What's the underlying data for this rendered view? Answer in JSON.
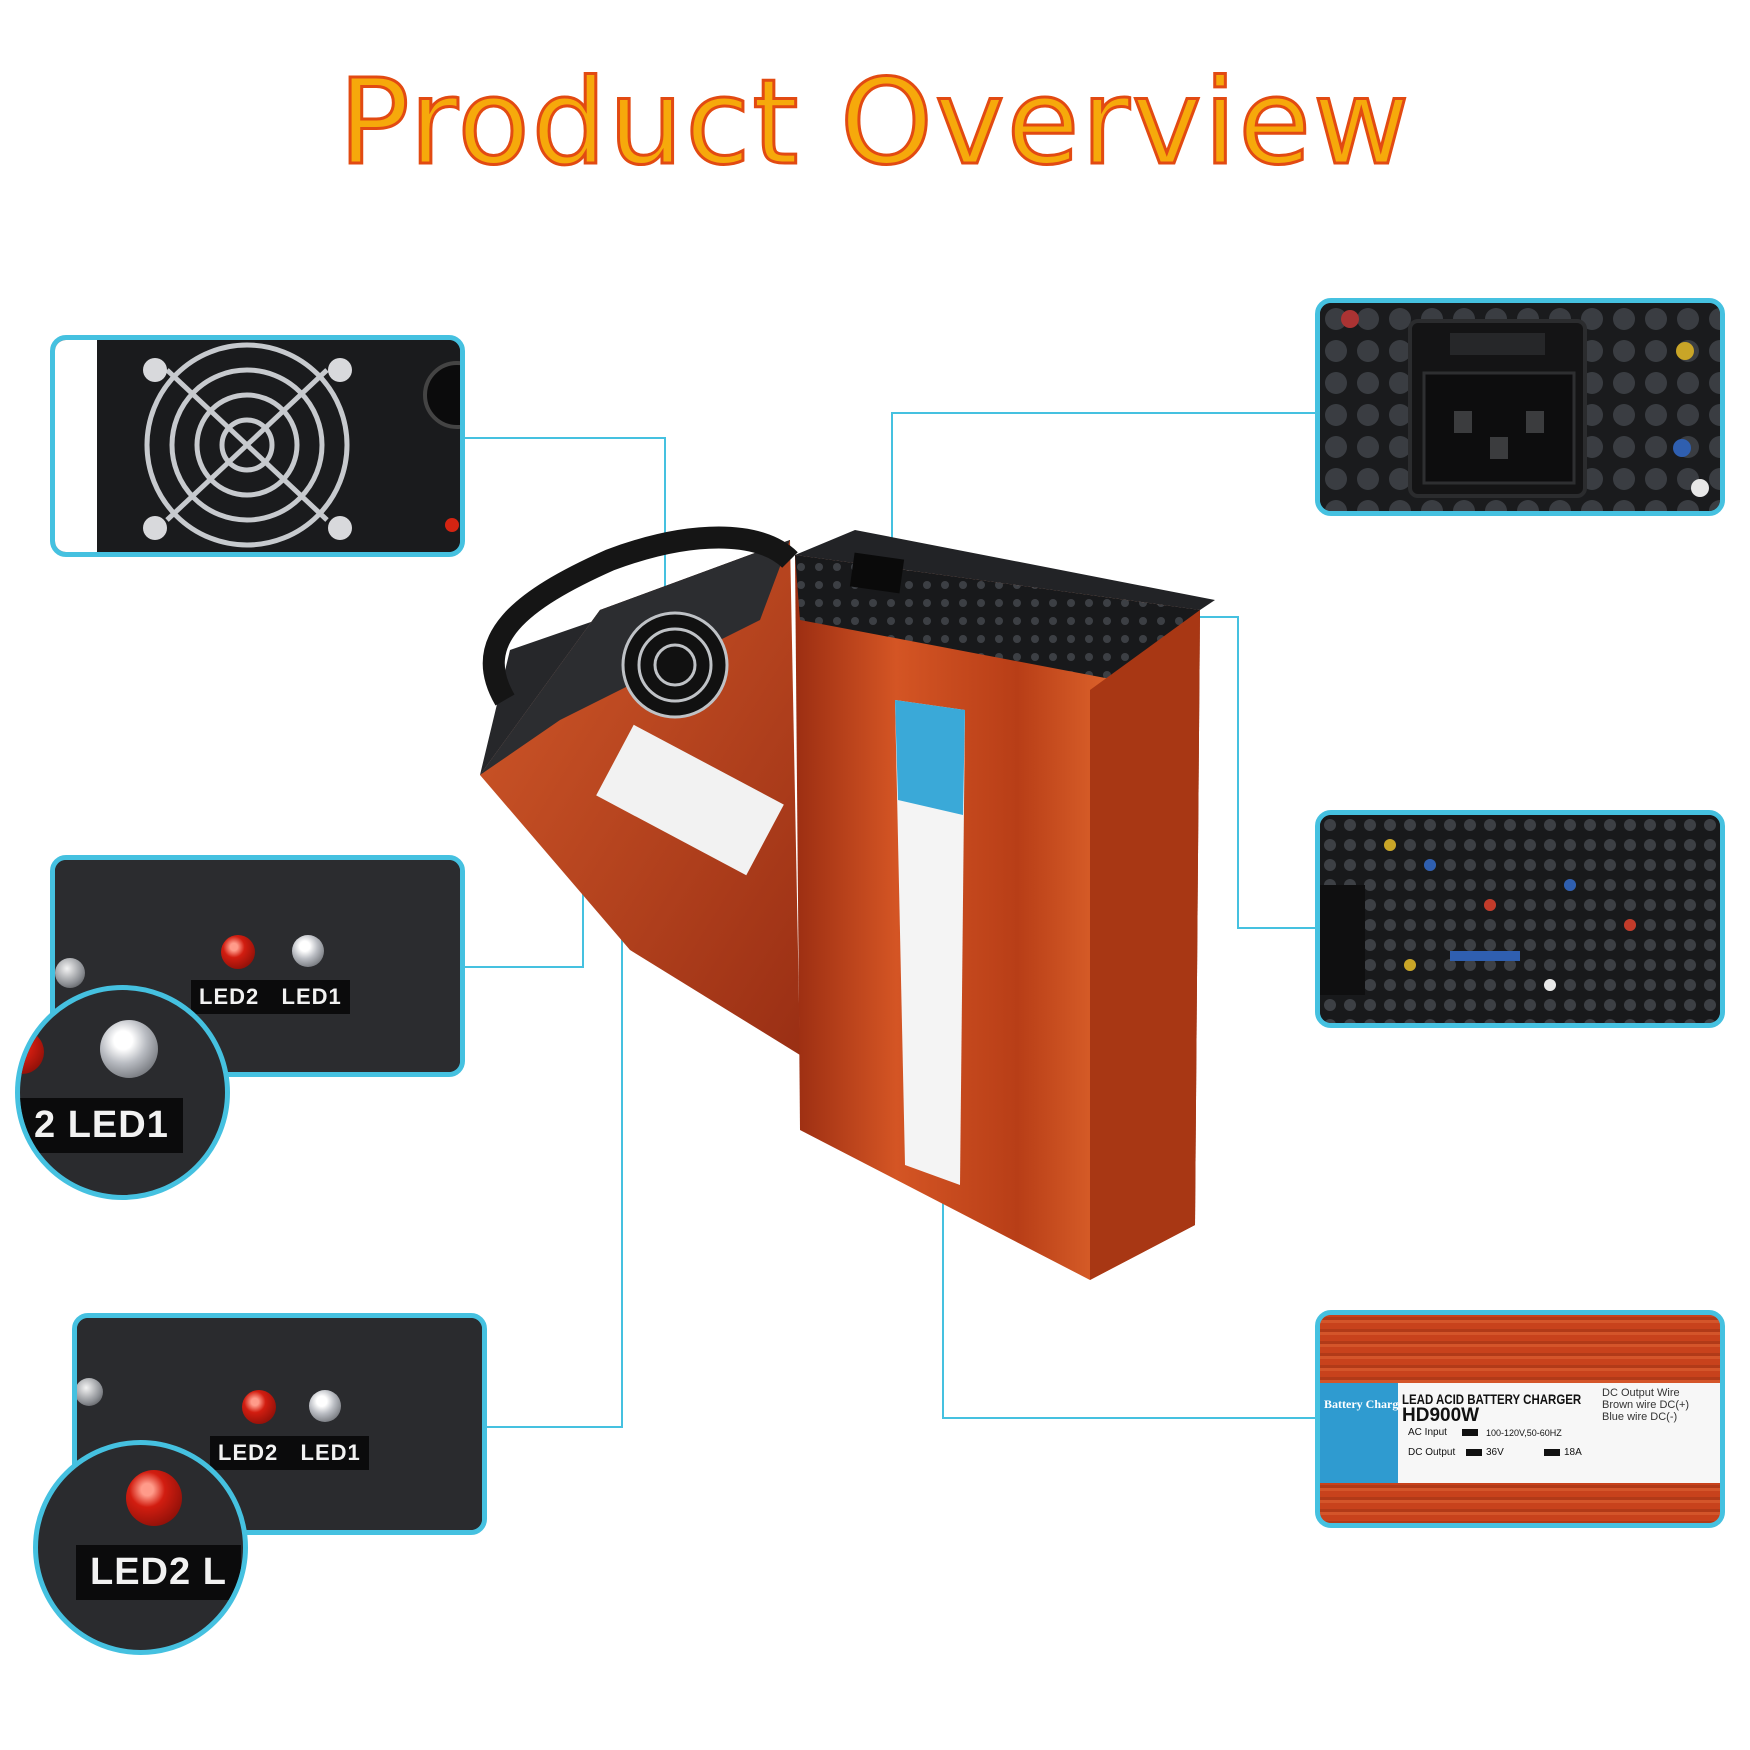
{
  "title": "Product Overview",
  "colors": {
    "title_fill": "#f6a90b",
    "title_outline": "#e24a12",
    "accent": "#45c1e0",
    "housing": "#c8421c"
  },
  "product_label": {
    "brand_strip": "Battery Charger",
    "header": "LEAD ACID BATTERY CHARGER",
    "model": "HD900W",
    "ac_input_label": "AC Input",
    "ac_input_value": "100-120V,50-60HZ",
    "dc_output_label": "DC Output",
    "dc_output_voltage": "36V",
    "dc_output_current": "18A",
    "dc_wire_title": "DC Output Wire",
    "brown_wire": "Brown wire DC(+)",
    "blue_wire": "Blue wire DC(-)"
  },
  "callouts": {
    "fan": {
      "icon": "cooling-fan-icon"
    },
    "led_white": {
      "led2": "LED2",
      "led1": "LED1",
      "zoom_text": "2 LED1"
    },
    "led_red": {
      "led2": "LED2",
      "led1": "LED1",
      "zoom_text": "LED2 L"
    },
    "ac_socket": {
      "icon": "ac-power-socket-icon"
    },
    "vent_grille": {
      "icon": "vent-grille-icon"
    },
    "spec_label": {
      "icon": "spec-label-icon"
    }
  }
}
